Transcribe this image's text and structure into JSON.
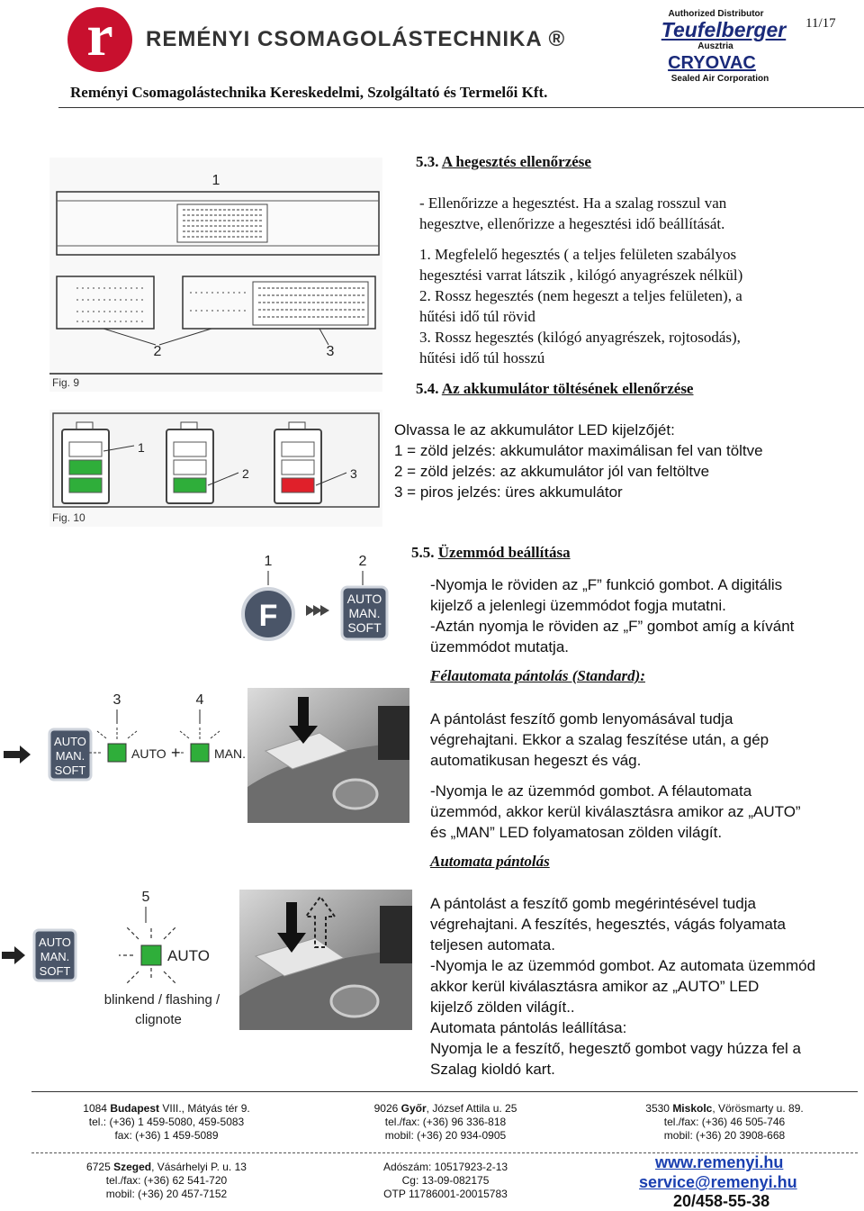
{
  "header": {
    "logo_letter": "r",
    "brand": "REMÉNYI CSOMAGOLÁSTECHNIKA ®",
    "company": "Reményi Csomagolástechnika Kereskedelmi, Szolgáltató és Termelői Kft.",
    "dist_authorized": "Authorized Distributor",
    "dist_teufel": "Teufelberger",
    "dist_country": "Ausztria",
    "dist_cryovac": "CRYOVAC",
    "dist_sealed": "Sealed Air Corporation",
    "page": "11/17"
  },
  "s53": {
    "title": "5.3. ",
    "title_u": "A hegesztés ellenőrzése",
    "lines": [
      "-    Ellenőrizze a hegesztést. Ha a szalag rosszul van",
      "      hegesztve, ellenőrizze a hegesztési idő beállítását.",
      "1.  Megfelelő hegesztés ( a teljes felületen szabályos",
      "      hegesztési varrat látszik , kilógó anyagrészek nélkül)",
      "2.  Rossz hegesztés (nem hegeszt a teljes felületen), a",
      "      hűtési idő túl rövid",
      "3.  Rossz hegesztés (kilógó anyagrészek, rojtosodás),",
      "      hűtési idő túl hosszú"
    ]
  },
  "s54": {
    "title": "5.4. ",
    "title_u": "Az akkumulátor töltésének ellenőrzése",
    "lines": [
      "Olvassa le az akkumulátor LED kijelzőjét:",
      "1 = zöld jelzés: akkumulátor maximálisan fel van töltve",
      "2 = zöld jelzés: az akkumulátor jól van feltöltve",
      "3 = piros jelzés: üres akkumulátor"
    ]
  },
  "s55": {
    "title": "5.5. ",
    "title_u": "Üzemmód beállítása",
    "lines": [
      "-Nyomja le röviden az „F” funkció gombot. A digitális",
      "kijelző a jelenlegi üzemmódot fogja mutatni.",
      "-Aztán nyomja le röviden az „F” gombot amíg a kívánt",
      "üzemmódot mutatja."
    ],
    "semi_title": "Félautomata pántolás (Standard):",
    "semi_lines": [
      "A pántolást feszítő gomb lenyomásával tudja",
      "végrehajtani. Ekkor a szalag feszítése után, a gép",
      "automatikusan hegeszt és vág.",
      "-Nyomja le az üzemmód gombot. A félautomata",
      "üzemmód, akkor kerül kiválasztásra amikor az „AUTO”",
      "és „MAN” LED folyamatosan zölden világít."
    ],
    "auto_title": "Automata pántolás",
    "auto_lines": [
      "A pántolást a feszítő gomb megérintésével tudja",
      "végrehajtani. A feszítés, hegesztés, vágás folyamata",
      "teljesen automata.",
      "-Nyomja le az üzemmód gombot. Az automata üzemmód",
      "akkor kerül kiválasztásra amikor az „AUTO” LED",
      "kijelző zölden világít..",
      "Automata pántolás leállítása:",
      "Nyomja le a feszítő, hegesztő gombot vagy húzza fel a",
      "Szalag kioldó kart."
    ]
  },
  "figures": {
    "fig9": "Fig. 9",
    "fig10": "Fig. 10",
    "n1": "1",
    "n2": "2",
    "n3": "3",
    "n4": "4",
    "n5": "5",
    "f_key": "F",
    "mode_auto": "AUTO",
    "mode_man": "MAN.",
    "mode_soft": "SOFT",
    "blink": "blinkend / flashing /",
    "blink2": "clignote"
  },
  "footer": {
    "bp1": "1084 ",
    "bp1b": "Budapest",
    "bp1c": " VIII., Mátyás tér 9.",
    "bp2": "tel.: (+36) 1 459-5080, 459-5083",
    "bp3": "fax: (+36) 1 459-5089",
    "gy1": "9026 ",
    "gy1b": "Győr",
    "gy1c": ", József Attila u. 25",
    "gy2": "tel./fax: (+36) 96 336-818",
    "gy3": "mobil: (+36) 20 934-0905",
    "mi1": "3530 ",
    "mi1b": "Miskolc",
    "mi1c": ", Vörösmarty u. 89.",
    "mi2": "tel./fax: (+36) 46 505-746",
    "mi3": "mobil: (+36) 20 3908-668",
    "sz1": "6725 ",
    "sz1b": "Szeged",
    "sz1c": ", Vásárhelyi P. u. 13",
    "sz2": "tel./fax: (+36) 62 541-720",
    "sz3": "mobil: (+36) 20 457-7152",
    "ad1": "Adószám: 10517923-2-13",
    "ad2": "Cg: 13-09-082175",
    "ad3": "OTP 11786001-20015783",
    "web": "www.remenyi.hu",
    "email": "service@remenyi.hu",
    "faxnum": "20/458-55-38"
  },
  "colors": {
    "logo_red": "#c8102e",
    "led_green": "#2fae3a",
    "led_red": "#e0202a",
    "link_blue": "#1a3fb0"
  }
}
